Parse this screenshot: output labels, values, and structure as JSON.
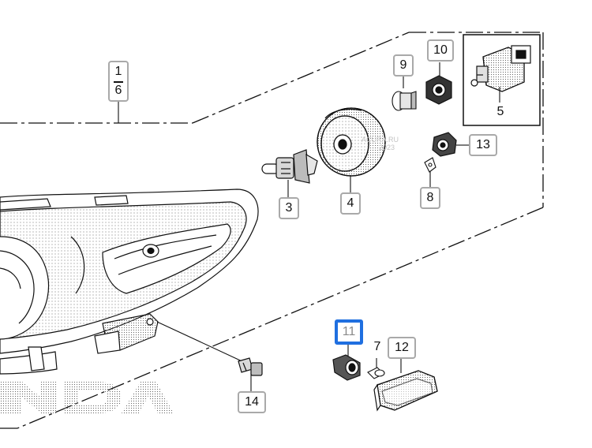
{
  "diagram": {
    "callouts": [
      {
        "id": "3",
        "label": "3"
      },
      {
        "id": "4",
        "label": "4"
      },
      {
        "id": "5",
        "label": "5"
      },
      {
        "id": "7",
        "label": "7"
      },
      {
        "id": "8",
        "label": "8"
      },
      {
        "id": "9",
        "label": "9"
      },
      {
        "id": "10",
        "label": "10"
      },
      {
        "id": "11",
        "label": "11",
        "highlighted": true
      },
      {
        "id": "12",
        "label": "12"
      },
      {
        "id": "13",
        "label": "13"
      },
      {
        "id": "14",
        "label": "14"
      }
    ],
    "fraction_callout": {
      "top": "1",
      "bottom": "6"
    },
    "watermark": {
      "line1": "ACURA.RU",
      "line2": "2023"
    },
    "colors": {
      "line": "#111111",
      "callout_border": "#a9a9a9",
      "highlight": "#1f6fe0",
      "highlight_text": "#8a8a8a"
    }
  }
}
